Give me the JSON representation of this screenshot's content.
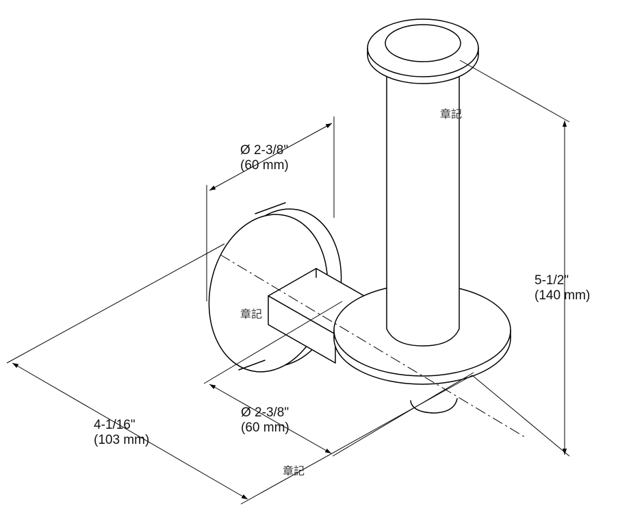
{
  "dimensions": {
    "top_diameter": {
      "imperial": "Ø 2-3/8\"",
      "metric": "(60 mm)"
    },
    "bottom_diameter": {
      "imperial": "Ø 2-3/8\"",
      "metric": "(60 mm)"
    },
    "height": {
      "imperial": "5-1/2\"",
      "metric": "(140 mm)"
    },
    "projection": {
      "imperial": "4-1/16\"",
      "metric": "(103 mm)"
    }
  },
  "watermarks": [
    "章記",
    "章記",
    "章記"
  ],
  "colors": {
    "line": "#000000",
    "background": "#ffffff"
  }
}
